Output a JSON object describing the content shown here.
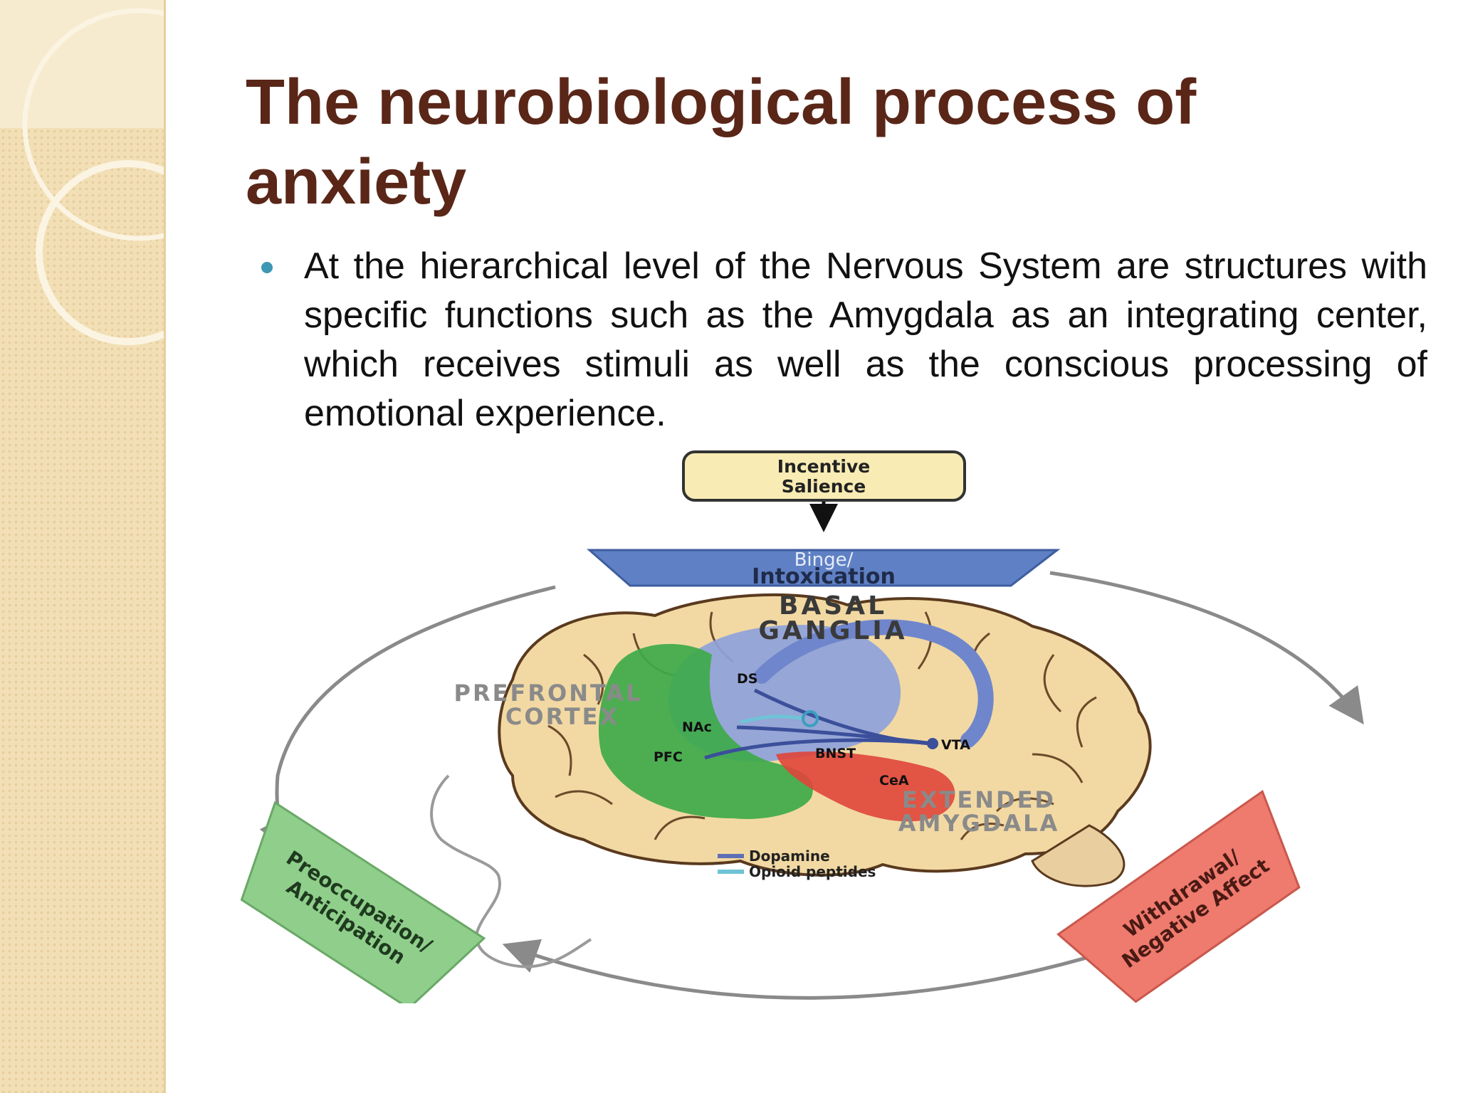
{
  "slide": {
    "title": "The neurobiological process of anxiety",
    "bullets": [
      "At the hierarchical level of the Nervous System are structures with specific functions such as the Amygdala as an integrating center, which receives stimuli as well as the conscious processing of emotional experience."
    ]
  },
  "diagram": {
    "incentive_salience": [
      "Incentive",
      "Salience"
    ],
    "stages": {
      "binge_line1": "Binge/",
      "binge_line2": "Intoxication",
      "withdrawal_line1": "Withdrawal/",
      "withdrawal_line2": "Negative Affect",
      "preoccupation_line1": "Preoccupation/",
      "preoccupation_line2": "Anticipation"
    },
    "regions": {
      "basal_ganglia": [
        "BASAL",
        "GANGLIA"
      ],
      "prefrontal_cortex": [
        "PREFRONTAL",
        "CORTEX"
      ],
      "extended_amygdala": [
        "EXTENDED",
        "AMYGDALA"
      ]
    },
    "structures": {
      "ds": "DS",
      "nac": "NAc",
      "pfc": "PFC",
      "bnst": "BNST",
      "cea": "CeA",
      "vta": "VTA"
    },
    "legend": [
      {
        "label": "Dopamine",
        "color": "#5f6fb5"
      },
      {
        "label": "Opioid peptides",
        "color": "#6fc3d6"
      }
    ],
    "colors": {
      "binge": "#5f80c4",
      "withdrawal": "#ef7a6e",
      "preoccupation": "#8fcf8b",
      "salience_box": "#f8ecb4",
      "brain": "#f2d9a3",
      "basal_ganglia": "#8ea2da",
      "pfc": "#3eaa4a",
      "amygdala": "#e0453a"
    }
  }
}
